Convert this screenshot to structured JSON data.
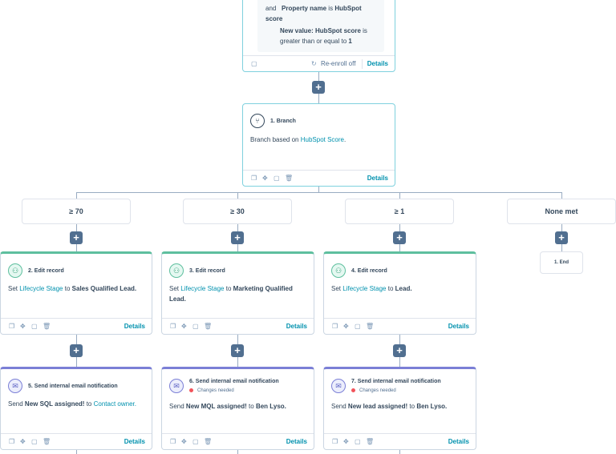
{
  "trigger_card": {
    "and_word": "and",
    "prop_label": "Property name",
    "is_word": "is",
    "prop_value": "HubSpot score",
    "new_value_label": "New value: HubSpot score",
    "new_value_text": "is greater than or equal to",
    "new_value_num": "1",
    "reenroll": "Re-enroll off",
    "details": "Details"
  },
  "branch_card": {
    "title": "1. Branch",
    "body_prefix": "Branch based on",
    "body_link": "HubSpot Score",
    "body_suffix": ".",
    "details": "Details"
  },
  "branches": [
    {
      "label": "≥ 70"
    },
    {
      "label": "≥ 30"
    },
    {
      "label": "≥ 1"
    },
    {
      "label": "None met"
    }
  ],
  "end_label": "1. End",
  "edit_cards": [
    {
      "title": "2. Edit record",
      "set": "Set",
      "prop": "Lifecycle Stage",
      "to": "to",
      "value": "Sales Qualified Lead.",
      "details": "Details"
    },
    {
      "title": "3. Edit record",
      "set": "Set",
      "prop": "Lifecycle Stage",
      "to": "to",
      "value": "Marketing Qualified Lead.",
      "details": "Details"
    },
    {
      "title": "4. Edit record",
      "set": "Set",
      "prop": "Lifecycle Stage",
      "to": "to",
      "value": "Lead.",
      "details": "Details"
    }
  ],
  "email_cards": [
    {
      "title": "5. Send internal email notification",
      "warning": "",
      "send": "Send",
      "subject": "New SQL assigned!",
      "to": "to",
      "recipient": "Contact owner.",
      "details": "Details"
    },
    {
      "title": "6. Send internal email notification",
      "warning": "Changes needed",
      "send": "Send",
      "subject": "New MQL assigned!",
      "to": "to",
      "recipient": "Ben Lyso.",
      "details": "Details"
    },
    {
      "title": "7. Send internal email notification",
      "warning": "Changes needed",
      "send": "Send",
      "subject": "New lead assigned!",
      "to": "to",
      "recipient": "Ben Lyso.",
      "details": "Details"
    }
  ],
  "icons": {
    "add": "+",
    "copy": "❐",
    "move": "✥",
    "clone": "▢",
    "delete": "🗑",
    "reenroll": "↻",
    "branch": "⑂",
    "edit": "⚇",
    "email": "✉"
  },
  "colors": {
    "link": "#0091ae",
    "edit_accent": "#5ebf9e",
    "email_accent": "#7b7fd6",
    "warning": "#f2545b",
    "plus_bg": "#516f90"
  }
}
